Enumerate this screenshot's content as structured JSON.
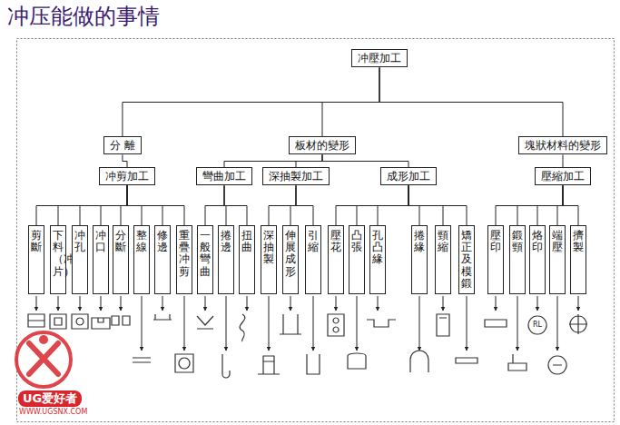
{
  "diagram": {
    "title": "冲压能做的事情",
    "nodes": [
      {
        "text": [
          "冲壓加工"
        ]
      },
      {
        "text": [
          "分 離"
        ]
      },
      {
        "text": [
          "板材的變形"
        ]
      },
      {
        "text": [
          "塊狀材料的變形"
        ]
      },
      {
        "text": [
          "冲剪加工"
        ]
      },
      {
        "text": [
          "彎曲加工"
        ]
      },
      {
        "text": [
          "深抽製加工"
        ]
      },
      {
        "text": [
          "成形加工"
        ]
      },
      {
        "text": [
          "壓縮加工"
        ]
      },
      {
        "text": [
          "剪斷"
        ]
      },
      {
        "text": [
          "下料（冲片）"
        ]
      },
      {
        "text": [
          "冲孔"
        ]
      },
      {
        "text": [
          "冲口"
        ]
      },
      {
        "text": [
          "分斷"
        ]
      },
      {
        "text": [
          "整線"
        ]
      },
      {
        "text": [
          "修邊"
        ]
      },
      {
        "text": [
          "重疊冲剪"
        ]
      },
      {
        "text": [
          "一般彎曲"
        ]
      },
      {
        "text": [
          "捲邊"
        ]
      },
      {
        "text": [
          "扭曲"
        ]
      },
      {
        "text": [
          "深抽製"
        ]
      },
      {
        "text": [
          "伸展成形"
        ]
      },
      {
        "text": [
          "引縮"
        ]
      },
      {
        "text": [
          "壓花"
        ]
      },
      {
        "text": [
          "凸張"
        ]
      },
      {
        "text": [
          "孔凸緣"
        ]
      },
      {
        "text": [
          "捲緣"
        ]
      },
      {
        "text": [
          "頸縮"
        ]
      },
      {
        "text": [
          "矯正及模鍛"
        ]
      },
      {
        "text": [
          "壓印"
        ]
      },
      {
        "text": [
          "鍛頸"
        ]
      },
      {
        "text": [
          "烙印"
        ]
      },
      {
        "text": [
          "端壓"
        ]
      },
      {
        "text": [
          "擠製"
        ]
      }
    ],
    "edges": [
      {
        "from": 0,
        "to": 1,
        "arrow": "none"
      },
      {
        "from": 0,
        "to": 2,
        "arrow": "none"
      },
      {
        "from": 0,
        "to": 3,
        "arrow": "none"
      },
      {
        "from": 1,
        "to": 4,
        "arrow": "none"
      },
      {
        "from": 2,
        "to": 5,
        "arrow": "none"
      },
      {
        "from": 2,
        "to": 6,
        "arrow": "none"
      },
      {
        "from": 2,
        "to": 7,
        "arrow": "none"
      },
      {
        "from": 3,
        "to": 8,
        "arrow": "none"
      },
      {
        "from": 4,
        "to": 9,
        "arrow": "none"
      },
      {
        "from": 4,
        "to": 10,
        "arrow": "none"
      },
      {
        "from": 4,
        "to": 11,
        "arrow": "none"
      },
      {
        "from": 4,
        "to": 12,
        "arrow": "none"
      },
      {
        "from": 4,
        "to": 13,
        "arrow": "none"
      },
      {
        "from": 4,
        "to": 14,
        "arrow": "none"
      },
      {
        "from": 4,
        "to": 15,
        "arrow": "none"
      },
      {
        "from": 4,
        "to": 16,
        "arrow": "none"
      },
      {
        "from": 5,
        "to": 17,
        "arrow": "none"
      },
      {
        "from": 5,
        "to": 18,
        "arrow": "none"
      },
      {
        "from": 5,
        "to": 19,
        "arrow": "none"
      },
      {
        "from": 6,
        "to": 20,
        "arrow": "none"
      },
      {
        "from": 6,
        "to": 21,
        "arrow": "none"
      },
      {
        "from": 6,
        "to": 22,
        "arrow": "none"
      },
      {
        "from": 7,
        "to": 23,
        "arrow": "none"
      },
      {
        "from": 7,
        "to": 24,
        "arrow": "none"
      },
      {
        "from": 7,
        "to": 25,
        "arrow": "none"
      },
      {
        "from": 7,
        "to": 26,
        "arrow": "none"
      },
      {
        "from": 7,
        "to": 27,
        "arrow": "none"
      },
      {
        "from": 7,
        "to": 28,
        "arrow": "none"
      },
      {
        "from": 8,
        "to": 29,
        "arrow": "none"
      },
      {
        "from": 8,
        "to": 30,
        "arrow": "none"
      },
      {
        "from": 8,
        "to": 31,
        "arrow": "none"
      },
      {
        "from": 8,
        "to": 32,
        "arrow": "none"
      },
      {
        "from": 8,
        "to": 33,
        "arrow": "none"
      }
    ],
    "labels": [
      "RL",
      "UG爱好者",
      "WWW.UGSNX.COM"
    ]
  }
}
